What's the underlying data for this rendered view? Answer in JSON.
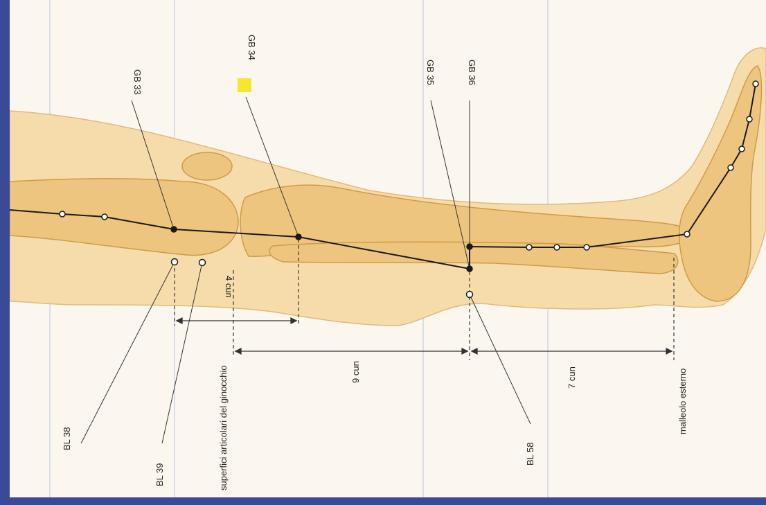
{
  "labels": {
    "bl38": "BL 38",
    "bl39": "BL 39",
    "bl58": "BL 58",
    "gb33": "GB 33",
    "gb34": "GB 34",
    "gb35": "GB 35",
    "gb36": "GB 36",
    "knee_joint": "superfici articolari del ginocchio",
    "malleolus": "malleolo esterno"
  },
  "measures": {
    "four_cun": "4 cun",
    "nine_cun": "9 cun",
    "seven_cun": "7 cun"
  },
  "colors": {
    "background_border": "#3b4a97",
    "page": "#fbf7ee",
    "skin": "#f6dcaa",
    "bone": "#edc57e",
    "bone_edge": "#cf9a48",
    "meridian": "#1a1a1a",
    "grid_line": "#b9c2e6",
    "highlight": "#f5e62e"
  }
}
